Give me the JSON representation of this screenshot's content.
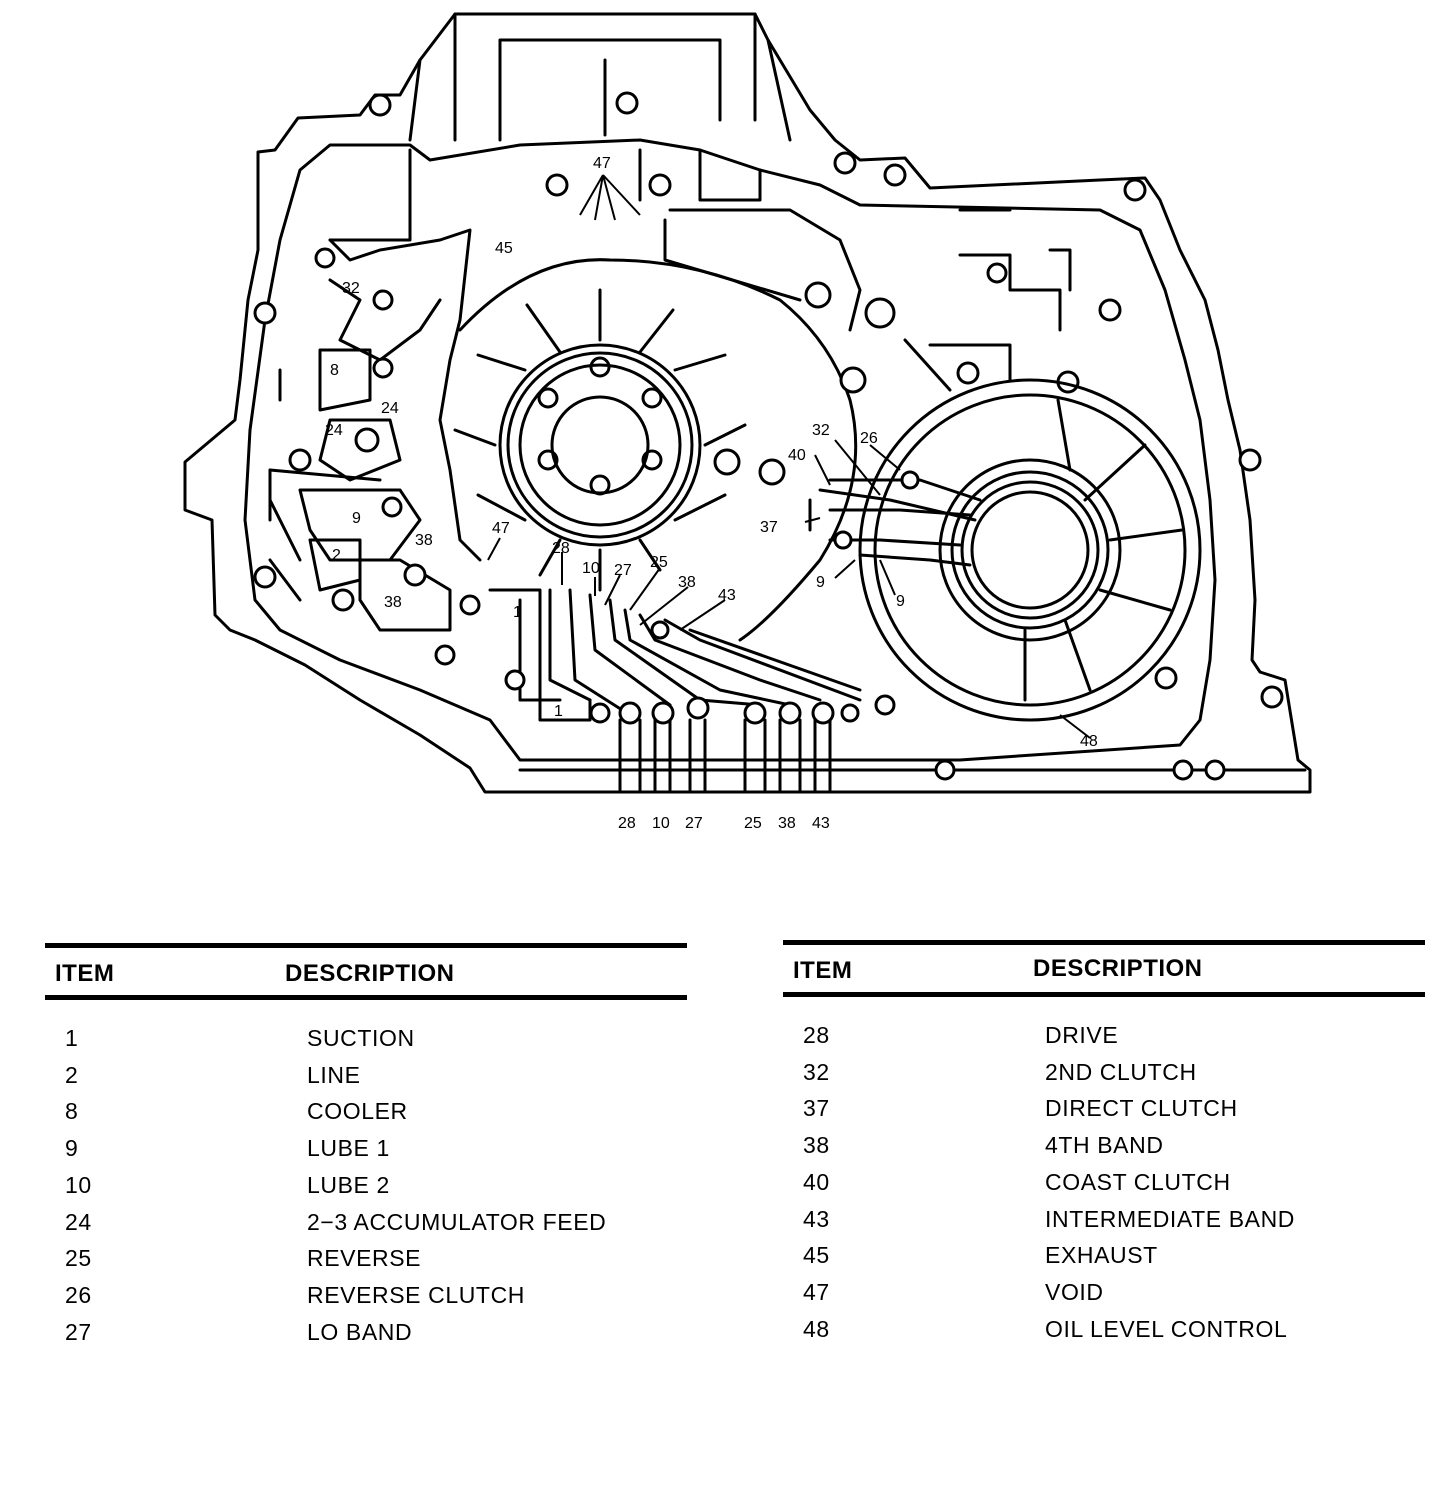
{
  "diagram": {
    "callouts": [
      {
        "id": "c47a",
        "text": "47"
      },
      {
        "id": "c45",
        "text": "45"
      },
      {
        "id": "c32a",
        "text": "32"
      },
      {
        "id": "c8",
        "text": "8"
      },
      {
        "id": "c24a",
        "text": "24"
      },
      {
        "id": "c24b",
        "text": "24"
      },
      {
        "id": "c9a",
        "text": "9"
      },
      {
        "id": "c2",
        "text": "2"
      },
      {
        "id": "c38a",
        "text": "38"
      },
      {
        "id": "c38b",
        "text": "38"
      },
      {
        "id": "c47b",
        "text": "47"
      },
      {
        "id": "c1a",
        "text": "1"
      },
      {
        "id": "c1b",
        "text": "1"
      },
      {
        "id": "c28a",
        "text": "28"
      },
      {
        "id": "c10a",
        "text": "10"
      },
      {
        "id": "c27a",
        "text": "27"
      },
      {
        "id": "c25a",
        "text": "25"
      },
      {
        "id": "c38c",
        "text": "38"
      },
      {
        "id": "c43a",
        "text": "43"
      },
      {
        "id": "c32b",
        "text": "32"
      },
      {
        "id": "c26",
        "text": "26"
      },
      {
        "id": "c40",
        "text": "40"
      },
      {
        "id": "c37",
        "text": "37"
      },
      {
        "id": "c9b",
        "text": "9"
      },
      {
        "id": "c9c",
        "text": "9"
      },
      {
        "id": "c48",
        "text": "48"
      },
      {
        "id": "b28",
        "text": "28"
      },
      {
        "id": "b10",
        "text": "10"
      },
      {
        "id": "b27",
        "text": "27"
      },
      {
        "id": "b25",
        "text": "25"
      },
      {
        "id": "b38",
        "text": "38"
      },
      {
        "id": "b43",
        "text": "43"
      }
    ]
  },
  "legend": {
    "left": {
      "item_header": "ITEM",
      "description_header": "DESCRIPTION",
      "rows": [
        {
          "item": "1",
          "description": "SUCTION"
        },
        {
          "item": "2",
          "description": "LINE"
        },
        {
          "item": "8",
          "description": "COOLER"
        },
        {
          "item": "9",
          "description": "LUBE 1"
        },
        {
          "item": "10",
          "description": "LUBE 2"
        },
        {
          "item": "24",
          "description": "2−3 ACCUMULATOR FEED"
        },
        {
          "item": "25",
          "description": "REVERSE"
        },
        {
          "item": "26",
          "description": "REVERSE CLUTCH"
        },
        {
          "item": "27",
          "description": "LO BAND"
        }
      ]
    },
    "right": {
      "item_header": "ITEM",
      "description_header": "DESCRIPTION",
      "rows": [
        {
          "item": "28",
          "description": "DRIVE"
        },
        {
          "item": "32",
          "description": "2ND CLUTCH"
        },
        {
          "item": "37",
          "description": "DIRECT CLUTCH"
        },
        {
          "item": "38",
          "description": "4TH BAND"
        },
        {
          "item": "40",
          "description": "COAST CLUTCH"
        },
        {
          "item": "43",
          "description": "INTERMEDIATE BAND"
        },
        {
          "item": "45",
          "description": "EXHAUST"
        },
        {
          "item": "47",
          "description": "VOID"
        },
        {
          "item": "48",
          "description": "OIL LEVEL CONTROL"
        }
      ]
    }
  }
}
